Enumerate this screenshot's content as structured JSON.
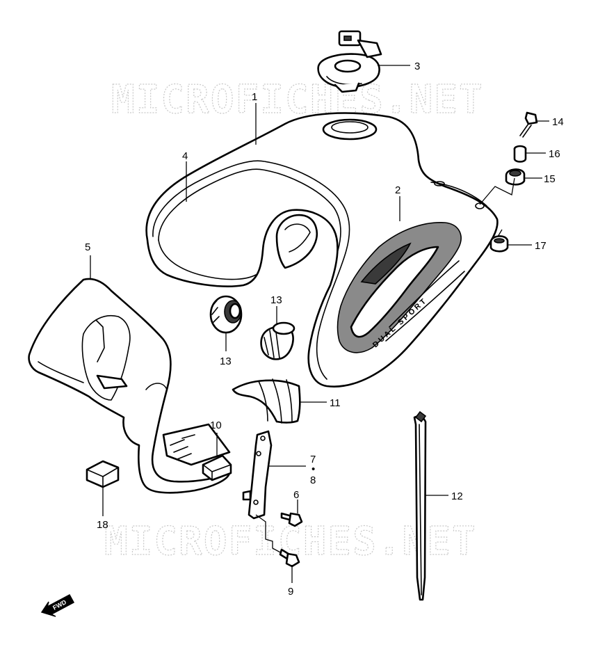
{
  "watermark": "MICROFICHES.NET",
  "decal_text": "DUAL SPORT",
  "fwd_label": "FWD",
  "callouts": {
    "c1": "1",
    "c2": "2",
    "c3": "3",
    "c4": "4",
    "c5": "5",
    "c6": "6",
    "c7": "7",
    "c8": "8",
    "c9": "9",
    "c10": "10",
    "c11": "11",
    "c12": "12",
    "c13a": "13",
    "c13b": "13",
    "c14": "14",
    "c15": "15",
    "c16": "16",
    "c17": "17",
    "c18": "18"
  },
  "callout_separator": "•",
  "colors": {
    "ink": "#000000",
    "watermark": "#c8c8c8",
    "background": "#ffffff"
  }
}
